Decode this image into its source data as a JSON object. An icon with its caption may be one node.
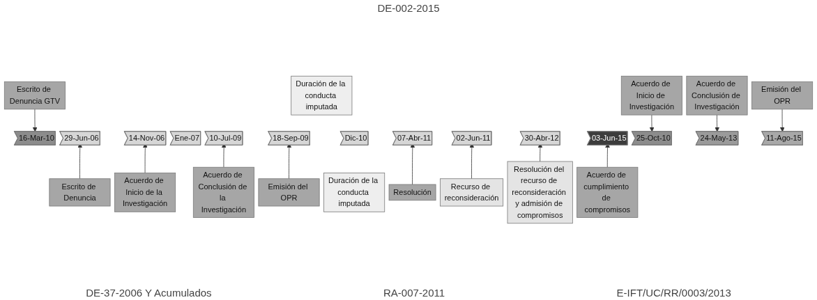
{
  "diagram": {
    "nodes": [
      {
        "text": [
          "Duración de la conducta imputada"
        ]
      },
      {
        "text": [
          "Escrito de Denuncia GTV"
        ]
      },
      {
        "text": [
          "Acuerdo de Inicio de Investigación"
        ]
      },
      {
        "text": [
          "Acuerdo de Conclusión de Investigación"
        ]
      },
      {
        "text": [
          "Emisión del OPR"
        ]
      },
      {
        "text": [
          "29-Jun-06"
        ]
      },
      {
        "text": [
          "14-Nov-06"
        ]
      },
      {
        "text": [
          "Ene-07"
        ]
      },
      {
        "text": [
          "10-Jul-09"
        ]
      },
      {
        "text": [
          "18-Sep-09"
        ]
      },
      {
        "text": [
          "16-Mar-10"
        ]
      },
      {
        "text": [
          "25-Oct-10"
        ]
      },
      {
        "text": [
          "Dic-10"
        ]
      },
      {
        "text": [
          "07-Abr-11"
        ]
      },
      {
        "text": [
          "02-Jun-11"
        ]
      },
      {
        "text": [
          "30-Abr-12"
        ]
      },
      {
        "text": [
          "24-May-13"
        ]
      },
      {
        "text": [
          "03-Jun-15"
        ]
      },
      {
        "text": [
          "11-Ago-15"
        ]
      },
      {
        "text": [
          "Escrito de Denuncia"
        ]
      },
      {
        "text": [
          "Acuerdo de Inicio de la Investigación"
        ]
      },
      {
        "text": [
          "Acuerdo de Conclusión de la Investigación"
        ]
      },
      {
        "text": [
          "Emisión del OPR"
        ]
      },
      {
        "text": [
          "Duración de la conducta imputada"
        ]
      },
      {
        "text": [
          "Resolución"
        ]
      },
      {
        "text": [
          "Recurso de reconsideración"
        ]
      },
      {
        "text": [
          "Resolución del recurso de reconsideración y admisión de compromisos"
        ]
      },
      {
        "text": [
          "Acuerdo de cumplimiento de compromisos"
        ]
      }
    ],
    "edges": [
      {
        "from": 1,
        "to": 10,
        "arrow": "to"
      },
      {
        "from": 2,
        "to": 11,
        "arrow": "to"
      },
      {
        "from": 3,
        "to": 16,
        "arrow": "to"
      },
      {
        "from": 4,
        "to": 18,
        "arrow": "to"
      },
      {
        "from": 19,
        "to": 5,
        "arrow": "to"
      },
      {
        "from": 20,
        "to": 6,
        "arrow": "to"
      },
      {
        "from": 21,
        "to": 8,
        "arrow": "to"
      },
      {
        "from": 22,
        "to": 9,
        "arrow": "to"
      },
      {
        "from": 24,
        "to": 13,
        "arrow": "to"
      },
      {
        "from": 25,
        "to": 14,
        "arrow": "to"
      },
      {
        "from": 26,
        "to": 15,
        "arrow": "to"
      },
      {
        "from": 27,
        "to": 17,
        "arrow": "to"
      }
    ],
    "labels": [
      "DE-002-2015",
      "DE-37-2006 Y Acumulados",
      "RA-007-2011",
      "E-IFT/UC/RR/0003/2013"
    ]
  }
}
